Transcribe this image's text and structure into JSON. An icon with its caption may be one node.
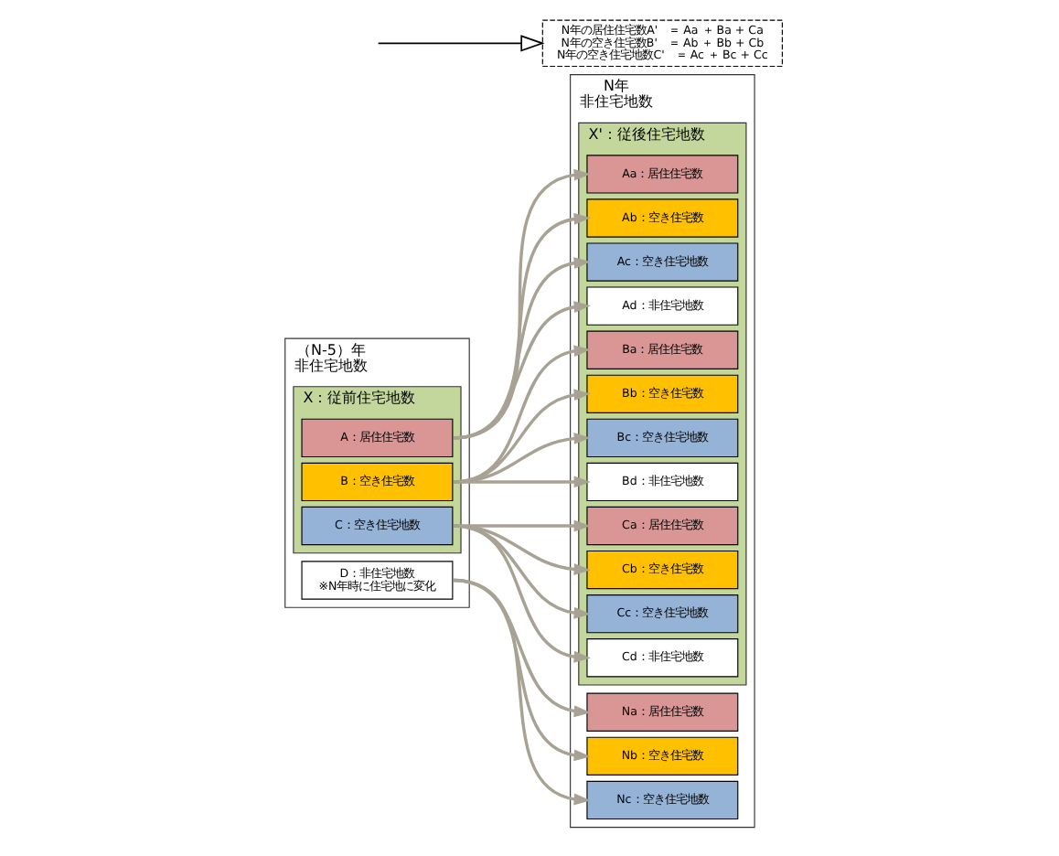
{
  "diagram": {
    "nodes": [
      {
        "text": [
          "（N-5）年",
          "非住宅地数"
        ]
      },
      {
        "text": [
          "D：非住宅地数",
          "※N年時に住宅地に変化"
        ],
        "in": 0
      },
      {
        "text": [
          "X：従前住宅地数"
        ],
        "in": 0
      },
      {
        "text": [
          "A：居住住宅数"
        ],
        "in": 2
      },
      {
        "text": [
          "B：空き住宅数"
        ],
        "in": 2
      },
      {
        "text": [
          "C：空き住宅地数"
        ],
        "in": 2
      },
      {
        "text": [
          "N年",
          "非住宅地数"
        ]
      },
      {
        "text": [
          "Na：居住住宅数"
        ],
        "in": 6
      },
      {
        "text": [
          "Nb：空き住宅数"
        ],
        "in": 6
      },
      {
        "text": [
          "Nc：空き住宅地数"
        ],
        "in": 6
      },
      {
        "text": [
          "X'：従後住宅地数"
        ],
        "in": 6
      },
      {
        "text": [
          "Aa：居住住宅数"
        ],
        "in": 10
      },
      {
        "text": [
          "Ab：空き住宅数"
        ],
        "in": 10
      },
      {
        "text": [
          "Ac：空き住宅地数"
        ],
        "in": 10
      },
      {
        "text": [
          "Ad：非住宅地数"
        ],
        "in": 10
      },
      {
        "text": [
          "Ba：居住住宅数"
        ],
        "in": 10
      },
      {
        "text": [
          "Bb：空き住宅数"
        ],
        "in": 10
      },
      {
        "text": [
          "Bc：空き住宅地数"
        ],
        "in": 10
      },
      {
        "text": [
          "Bd：非住宅地数"
        ],
        "in": 10
      },
      {
        "text": [
          "Ca：居住住宅数"
        ],
        "in": 10
      },
      {
        "text": [
          "Cb：空き住宅数"
        ],
        "in": 10
      },
      {
        "text": [
          "Cc：空き住宅地数"
        ],
        "in": 10
      },
      {
        "text": [
          "Cd：非住宅地数"
        ],
        "in": 10
      },
      {
        "text": [
          "N年の居住住宅数A'　＝ Aa ＋ Ba + Ca",
          "N年の空き住宅数B'　＝ Ab ＋ Bb + Cb",
          "N年の空き住宅地数C'　＝ Ac ＋ Bc + Cc"
        ]
      }
    ],
    "edges": [
      {
        "from": 1,
        "to": 7,
        "arrow": "to"
      },
      {
        "from": 1,
        "to": 8,
        "arrow": "to"
      },
      {
        "from": 1,
        "to": 9,
        "arrow": "to"
      },
      {
        "from": 3,
        "to": 11,
        "arrow": "to"
      },
      {
        "from": 3,
        "to": 12,
        "arrow": "to"
      },
      {
        "from": 3,
        "to": 13,
        "arrow": "to"
      },
      {
        "from": 3,
        "to": 14,
        "arrow": "to"
      },
      {
        "from": 4,
        "to": 15,
        "arrow": "to"
      },
      {
        "from": 4,
        "to": 16,
        "arrow": "to"
      },
      {
        "from": 4,
        "to": 17,
        "arrow": "to"
      },
      {
        "from": 4,
        "to": 18,
        "arrow": "to"
      },
      {
        "from": 5,
        "to": 19,
        "arrow": "to"
      },
      {
        "from": 5,
        "to": 20,
        "arrow": "to"
      },
      {
        "from": 5,
        "to": 21,
        "arrow": "to"
      },
      {
        "from": 5,
        "to": 22,
        "arrow": "to"
      },
      {
        "from": null,
        "to": 23,
        "arrow": "to",
        "color": "#000000"
      }
    ]
  }
}
